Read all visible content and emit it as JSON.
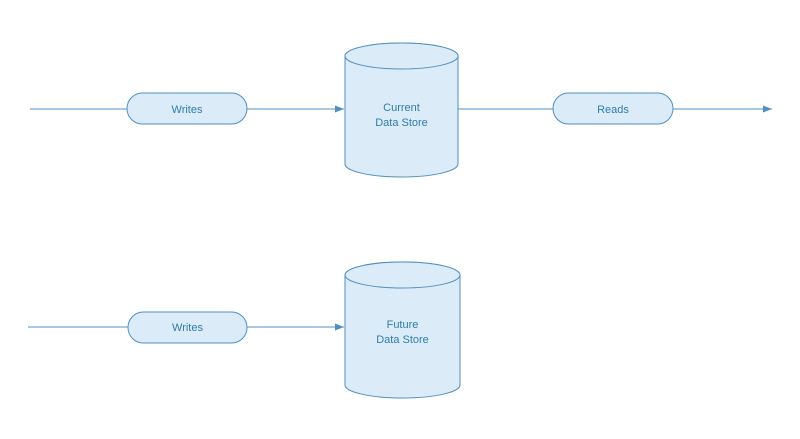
{
  "colors": {
    "node_fill": "#dcebf8",
    "node_stroke": "#4f90c1",
    "edge_stroke": "#4f90c1",
    "label_text": "#2d7dad",
    "background": "#ffffff"
  },
  "nodes": {
    "writes_top": {
      "label": "Writes"
    },
    "current_store": {
      "label_lines": [
        "Current",
        "Data Store"
      ]
    },
    "reads": {
      "label": "Reads"
    },
    "writes_bottom": {
      "label": "Writes"
    },
    "future_store": {
      "label_lines": [
        "Future",
        "Data Store"
      ]
    }
  }
}
